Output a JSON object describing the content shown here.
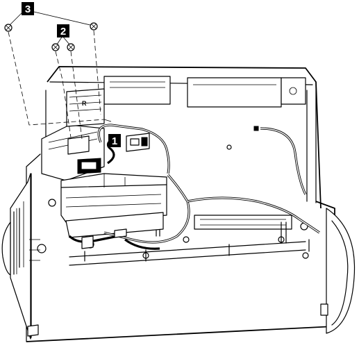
{
  "callouts": {
    "screws_top": "3",
    "screws_drive": "2",
    "connector": "1"
  },
  "drive_bay_mark": "R"
}
